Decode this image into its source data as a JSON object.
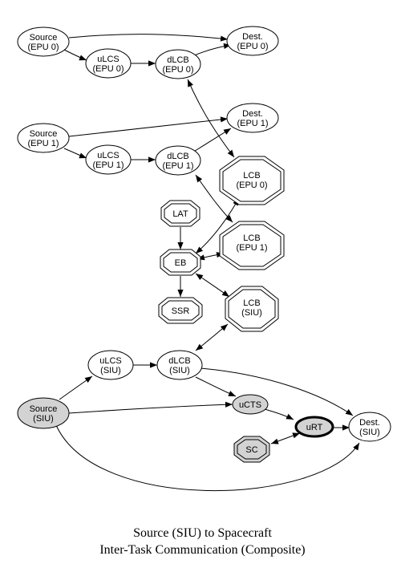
{
  "caption": {
    "line1": "Source (SIU) to Spacecraft",
    "line2": "Inter-Task Communication (Composite)"
  },
  "colors": {
    "stroke": "#000000",
    "fill_plain": "#ffffff",
    "fill_highlight": "#d3d3d3"
  },
  "nodes": {
    "src0": {
      "l1": "Source",
      "l2": "(EPU 0)"
    },
    "dst0": {
      "l1": "Dest.",
      "l2": "(EPU 0)"
    },
    "ulcs0": {
      "l1": "uLCS",
      "l2": "(EPU 0)"
    },
    "dlcb0": {
      "l1": "dLCB",
      "l2": "(EPU 0)"
    },
    "src1": {
      "l1": "Source",
      "l2": "(EPU 1)"
    },
    "dst1": {
      "l1": "Dest.",
      "l2": "(EPU 1)"
    },
    "ulcs1": {
      "l1": "uLCS",
      "l2": "(EPU 1)"
    },
    "dlcb1": {
      "l1": "dLCB",
      "l2": "(EPU 1)"
    },
    "lcb0": {
      "l1": "LCB",
      "l2": "(EPU 0)"
    },
    "lat": {
      "l1": "LAT"
    },
    "lcb1": {
      "l1": "LCB",
      "l2": "(EPU 1)"
    },
    "eb": {
      "l1": "EB"
    },
    "ssr": {
      "l1": "SSR"
    },
    "lcbs": {
      "l1": "LCB",
      "l2": "(SIU)"
    },
    "ulcss": {
      "l1": "uLCS",
      "l2": "(SIU)"
    },
    "dlcbs": {
      "l1": "dLCB",
      "l2": "(SIU)"
    },
    "srcs": {
      "l1": "Source",
      "l2": "(SIU)"
    },
    "ucts": {
      "l1": "uCTS"
    },
    "urt": {
      "l1": "uRT"
    },
    "dsts": {
      "l1": "Dest.",
      "l2": "(SIU)"
    },
    "sc": {
      "l1": "SC"
    }
  }
}
